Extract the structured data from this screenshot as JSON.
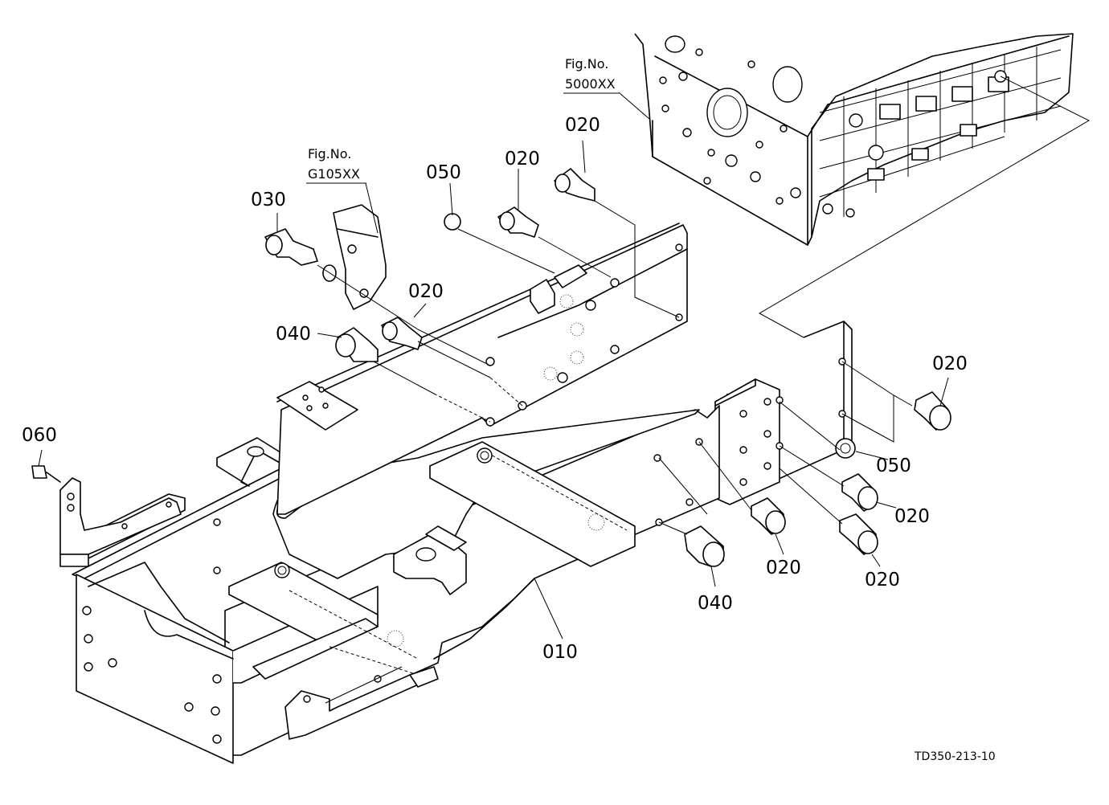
{
  "figure_refs": [
    {
      "line1": "Fig.No.",
      "line2": "5000XX"
    },
    {
      "line1": "Fig.No.",
      "line2": "G105XX"
    }
  ],
  "part_labels": {
    "p020_top": "020",
    "p020_mid": "020",
    "p050_top": "050",
    "p030": "030",
    "p020_left": "020",
    "p040_left": "040",
    "p060": "060",
    "p020_right": "020",
    "p050_right": "050",
    "p020_r2": "020",
    "p020_r3": "020",
    "p020_r4": "020",
    "p040_right": "040",
    "p010": "010"
  },
  "drawing_code": "TD350-213-10"
}
